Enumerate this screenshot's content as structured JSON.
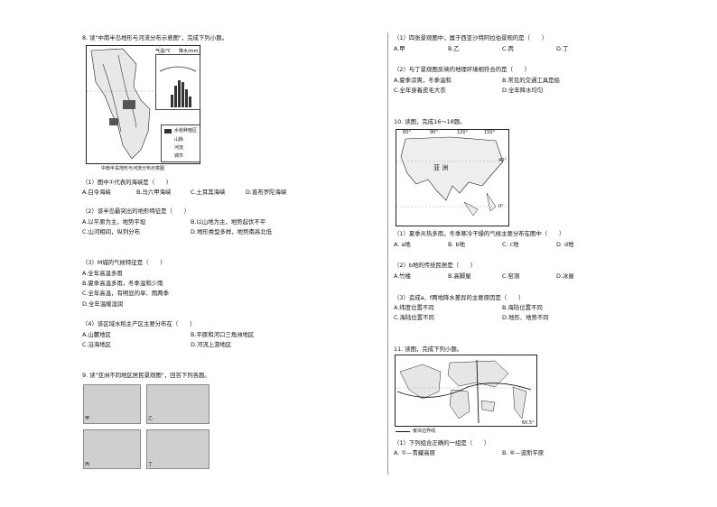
{
  "q8": {
    "intro": "8. 读\"中南半岛地形与河流分布示意图\"，完成下列小题。",
    "fig_caption": "中南半岛地形与河流分布示意图",
    "climate_axis_left": "气温/℃",
    "climate_axis_right": "降水/mm",
    "legend": [
      "水稻种植区",
      "山脉",
      "河流",
      "城市"
    ],
    "sub1": {
      "q": "（1）图中①代表的海峡是（　　）",
      "a": "A.白令海峡",
      "b": "B.马六甲海峡",
      "c": "C.土耳其海峡",
      "d": "D.直布罗陀海峡"
    },
    "sub2": {
      "q": "（2）该半岛最突出的地形特征是（　　）",
      "a": "A.以平原为主，地势平坦",
      "b": "B.以山地为主，地势起伏不平",
      "c": "C.山河相间，纵列分布",
      "d": "D.地形类型多样，地势南高北低"
    },
    "sub3": {
      "q": "（3）M城的气候特征是（　　）",
      "a": "A.全年高温多雨",
      "b": "B.夏季高温多雨，冬季温和少雨",
      "c": "C.全年高温，有明显的旱、雨两季",
      "d": "D.全年温暖湿润"
    },
    "sub4": {
      "q": "（4）该区域水稻主产区主要分布在（　　）",
      "a": "A.山麓地区",
      "b": "B.平原和河口三角洲地区",
      "c": "C.沿海地区",
      "d": "D.河流上游地区"
    }
  },
  "q9": {
    "intro": "9. 读\"亚洲不同地区居民景观图\"，回答下列各题。",
    "labels": [
      "甲",
      "乙",
      "丙",
      "丁"
    ],
    "sub1": {
      "q": "（1）四张景观图中，属于西亚沙特阿拉伯景观的是（　　）",
      "a": "A.甲",
      "b": "B.乙",
      "c": "C.丙",
      "d": "D.丁"
    },
    "sub2": {
      "q": "（2）与丁景观图反映的地理环境相符合的是（　　）",
      "a": "A.夏季凉爽，冬季温和",
      "b": "B.常见的交通工具是船",
      "c": "C.全年身着皮毛大衣",
      "d": "D.全年降水均匀"
    }
  },
  "q10": {
    "intro": "10. 读图，完成16～18题。",
    "map_label": "亚 洲",
    "lon_labels": [
      "60°",
      "90°",
      "120°",
      "150°"
    ],
    "lat_labels": [
      "40°",
      "0°"
    ],
    "sub1": {
      "q": "（1）夏季炎热多雨，冬季寒冷干燥的气候主要分布在图中（　　）",
      "a": "A. a地",
      "b": "B. b地",
      "c": "C. c地",
      "d": "D. d地"
    },
    "sub2": {
      "q": "（2）b地的传统民居是（　　）",
      "a": "A.竹楼",
      "b": "B.高脚屋",
      "c": "C.窑洞",
      "d": "D.冰屋"
    },
    "sub3": {
      "q": "（3）造成a、f两地降水差异的主要原因是（　　）",
      "a": "A.纬度位置不同",
      "b": "B.海陆位置不同",
      "c": "C.海陆位置不同",
      "d": "D.地形、地势不同"
    }
  },
  "q11": {
    "intro": "11. 读图，完成下列小题。",
    "map_legend": "板块边界线",
    "lat_label_right": "60.5°",
    "sub1": {
      "q": "（1）下列组合正确的一组是（　　）",
      "a": "A. ①—青藏高原",
      "b": "B. ⑥—波斯平原"
    }
  }
}
